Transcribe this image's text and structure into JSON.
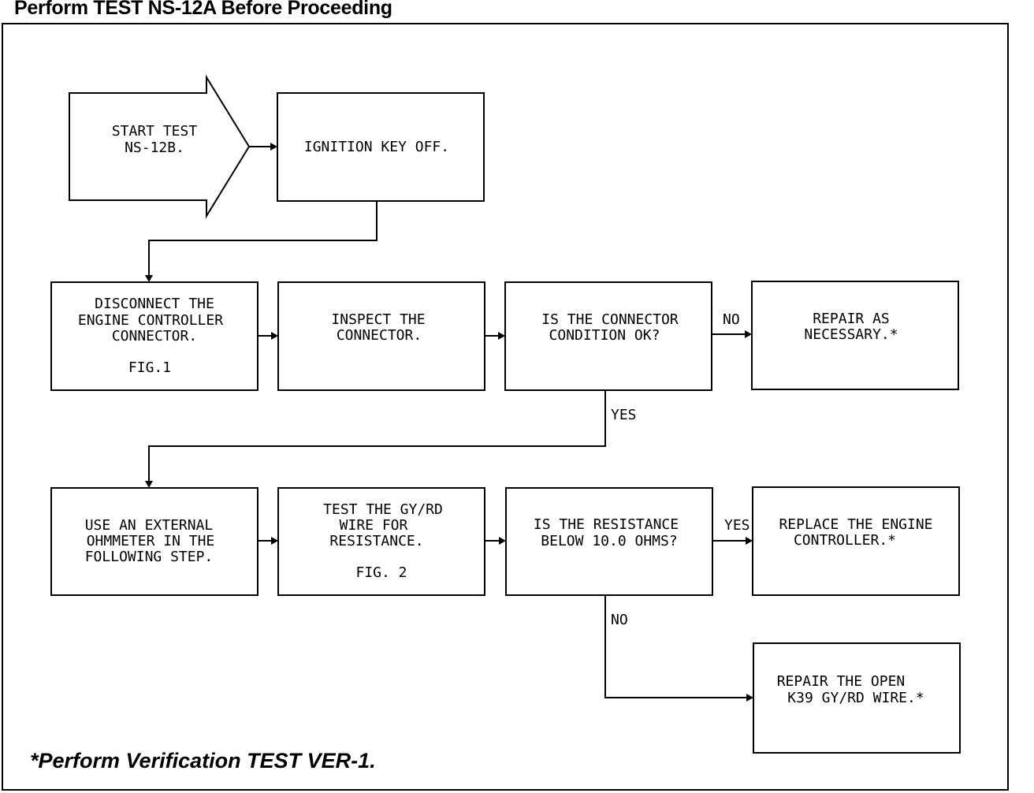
{
  "header": {
    "title": "Perform TEST NS-12A Before Proceeding"
  },
  "footer": {
    "note": "*Perform Verification TEST VER-1."
  },
  "nodes": {
    "start": {
      "line1": "START TEST",
      "line2": "NS-12B."
    },
    "ignition": {
      "line1": "IGNITION KEY OFF."
    },
    "disconnect": {
      "line1": "DISCONNECT THE",
      "line2": "ENGINE CONTROLLER",
      "line3": "CONNECTOR.",
      "fig": "FIG.1"
    },
    "inspect": {
      "line1": "INSPECT THE",
      "line2": "CONNECTOR."
    },
    "connector_ok": {
      "line1": "IS THE CONNECTOR",
      "line2": "CONDITION OK?"
    },
    "repair_necessary": {
      "line1": "REPAIR AS",
      "line2": "NECESSARY.*"
    },
    "ohmmeter": {
      "line1": "USE AN EXTERNAL",
      "line2": "OHMMETER IN THE",
      "line3": "FOLLOWING STEP."
    },
    "test_wire": {
      "line1": "TEST THE GY/RD",
      "line2": "WIRE FOR",
      "line3": "RESISTANCE.",
      "fig": "FIG. 2"
    },
    "resistance": {
      "line1": "IS THE RESISTANCE",
      "line2": "BELOW 10.0 OHMS?"
    },
    "replace": {
      "line1": "REPLACE THE ENGINE",
      "line2": "CONTROLLER.*"
    },
    "repair_open": {
      "line1": "REPAIR THE OPEN",
      "line2": "K39 GY/RD WIRE.*"
    }
  },
  "edges": {
    "connector_no": "NO",
    "connector_yes": "YES",
    "resistance_yes": "YES",
    "resistance_no": "NO"
  }
}
